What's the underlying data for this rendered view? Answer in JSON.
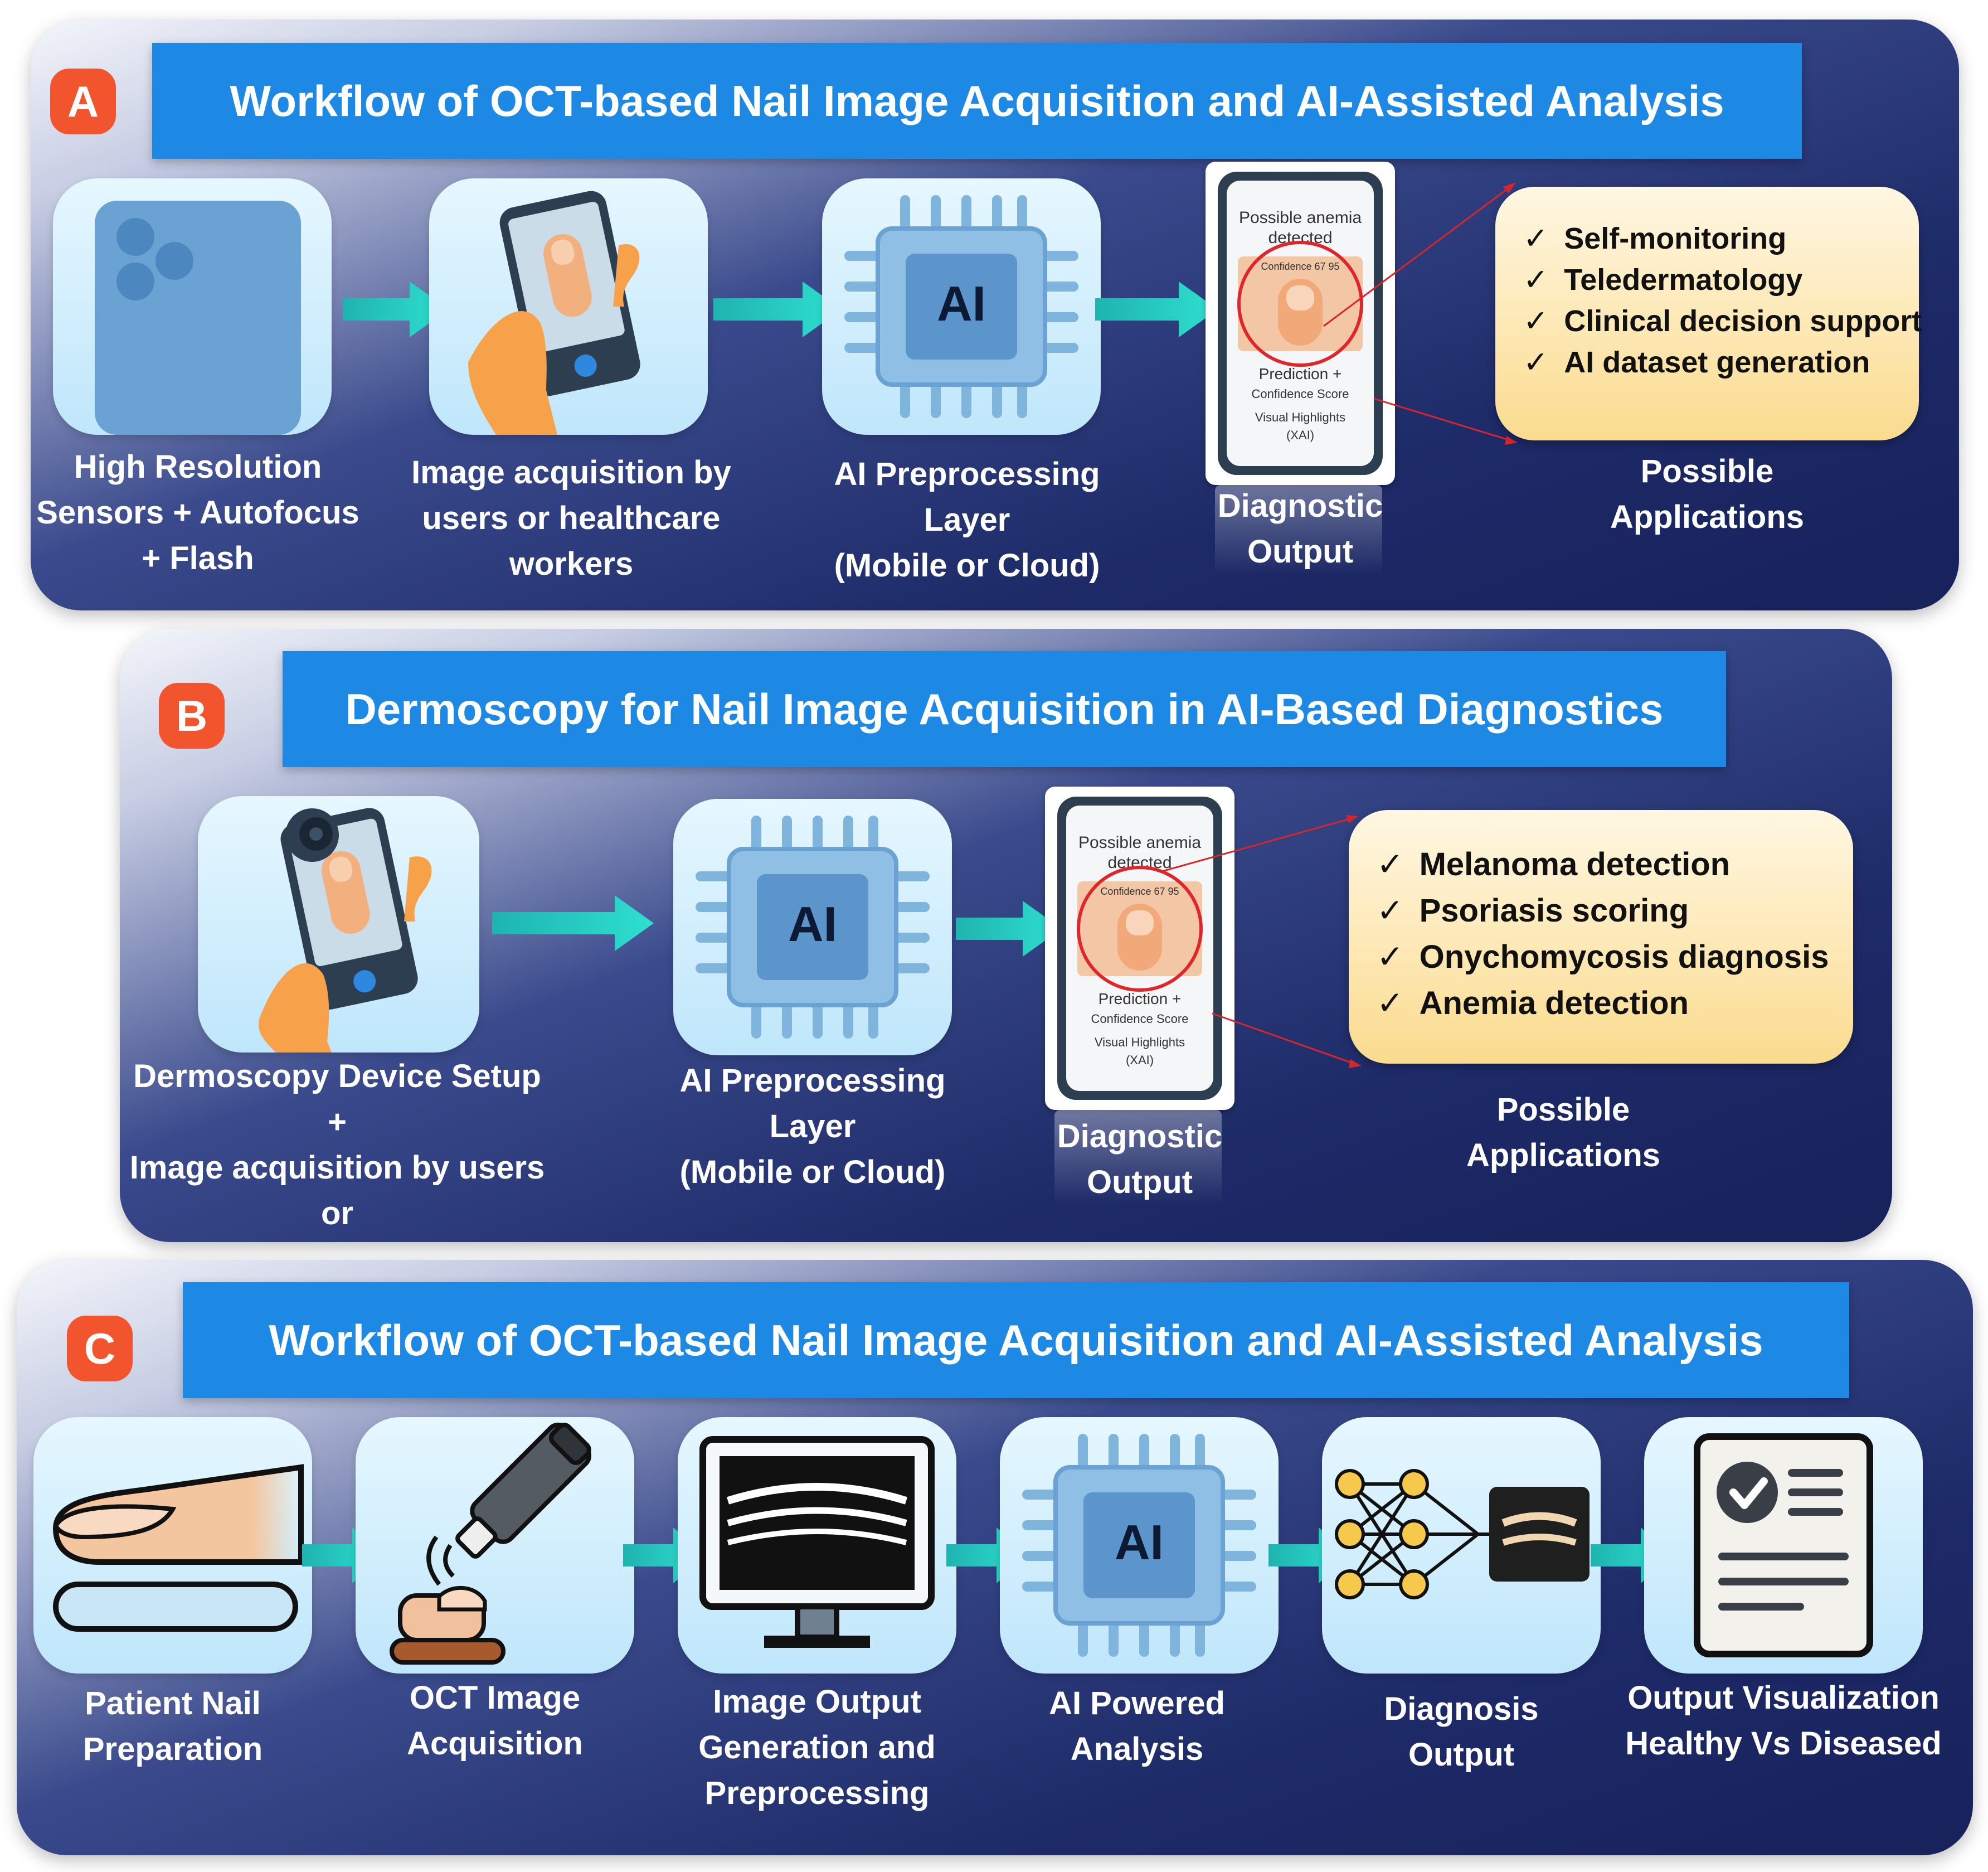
{
  "panel_a": {
    "badge": "A",
    "title": "Workflow of OCT-based Nail Image Acquisition and AI-Assisted Analysis",
    "steps": [
      {
        "label": "High Resolution\nSensors + Autofocus\n+ Flash",
        "icon": "phone-camera-back-icon"
      },
      {
        "label": "Image acquisition by\nusers or healthcare\nworkers",
        "icon": "hand-phone-icon"
      },
      {
        "label": "AI Preprocessing Layer\n(Mobile or Cloud)",
        "icon": "ai-chip-icon",
        "chip_text": "AI"
      },
      {
        "label": "Diagnostic\nOutput",
        "icon": "diagnostic-phone-icon"
      }
    ],
    "phone_screen": {
      "line1": "Possible anemia",
      "line2": "detected",
      "confidence": "Confidence 67 95",
      "pred1": "Prediction +",
      "pred2": "Confidence Score",
      "pred3": "Visual Highlights",
      "pred4": "(XAI)"
    },
    "applications": [
      "Self-monitoring",
      "Teledermatology",
      "Clinical decision support",
      "AI dataset generation"
    ],
    "applications_label": "Possible\nApplications"
  },
  "panel_b": {
    "badge": "B",
    "title": "Dermoscopy for Nail Image Acquisition in AI-Based Diagnostics",
    "steps": [
      {
        "label": "Dermoscopy Device Setup +\nImage acquisition by users or\nhealthcare workers",
        "icon": "dermoscope-phone-icon"
      },
      {
        "label": "AI Preprocessing\nLayer\n(Mobile or Cloud)",
        "icon": "ai-chip-icon",
        "chip_text": "AI"
      },
      {
        "label": "Diagnostic\nOutput",
        "icon": "diagnostic-phone-icon"
      }
    ],
    "phone_screen": {
      "line1": "Possible anemia",
      "line2": "detected",
      "confidence": "Confidence 67 95",
      "pred1": "Prediction +",
      "pred2": "Confidence Score",
      "pred3": "Visual Highlights",
      "pred4": "(XAI)"
    },
    "applications": [
      "Melanoma detection",
      "Psoriasis scoring",
      "Onychomycosis diagnosis",
      "Anemia detection"
    ],
    "applications_label": "Possible\nApplications"
  },
  "panel_c": {
    "badge": "C",
    "title": "Workflow of OCT-based Nail Image Acquisition and AI-Assisted Analysis",
    "steps": [
      {
        "label": "Patient Nail\nPreparation",
        "icon": "finger-nail-icon"
      },
      {
        "label": "OCT Image\nAcquisition",
        "icon": "oct-probe-icon"
      },
      {
        "label": "Image Output\nGeneration and\nPreprocessing",
        "icon": "monitor-oct-icon"
      },
      {
        "label": "AI Powered\nAnalysis",
        "icon": "ai-chip-icon",
        "chip_text": "AI"
      },
      {
        "label": "Diagnosis\nOutput",
        "icon": "neural-network-icon"
      },
      {
        "label": "Output Visualization\nHealthy Vs Diseased",
        "icon": "report-check-icon"
      }
    ]
  },
  "colors": {
    "badge": "#f2542d",
    "title_bar": "#1e88e5",
    "arrow": "#1fc8bc",
    "tile": "#bfe6fb",
    "app_box": "#fde8b5",
    "panel_dark": "#1e2b69"
  }
}
